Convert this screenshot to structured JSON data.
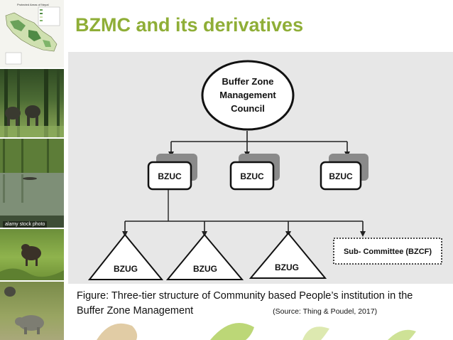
{
  "slide": {
    "title": "BZMC and its derivatives"
  },
  "photos": {
    "watermark": "alamy stock photo",
    "map_title": "Protected Areas of Nepal"
  },
  "diagram": {
    "top_node": "Buffer Zone Management Council",
    "top_lines": [
      "Buffer Zone",
      "Management",
      "Council"
    ],
    "tier2": [
      "BZUC",
      "BZUC",
      "BZUC"
    ],
    "tier3": [
      "BZUG",
      "BZUG",
      "BZUG"
    ],
    "subcommittee": "Sub- Committee (BZCF)"
  },
  "caption": {
    "line1": "Figure: Three-tier structure of Community based People’s institution in the",
    "line2": "Buffer Zone Management",
    "source": "(Source: Thing & Poudel, 2017)"
  },
  "colors": {
    "title": "#8fae37",
    "panel_bg": "#e7e7e7",
    "box_shadow": "#8a8a8a"
  }
}
